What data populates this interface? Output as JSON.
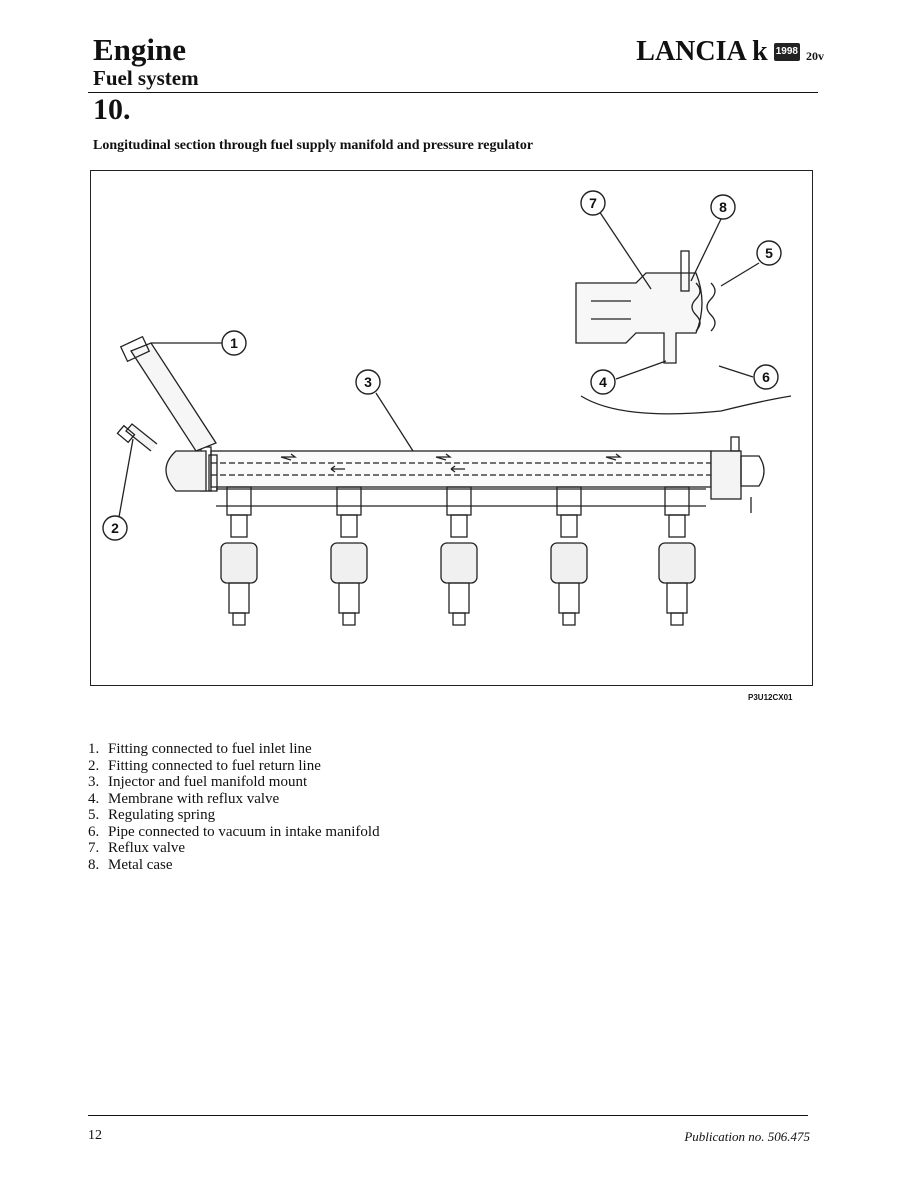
{
  "header": {
    "title": "Engine",
    "subtitle": "Fuel system",
    "brand": "LANCIA k",
    "badge": "1998",
    "brand_suffix": "20v"
  },
  "section_number": "10.",
  "figure": {
    "caption": "Longitudinal section through fuel supply manifold and pressure regulator",
    "reference_code": "P3U12CX01",
    "callouts": [
      "1",
      "2",
      "3",
      "4",
      "5",
      "6",
      "7",
      "8"
    ]
  },
  "legend": [
    {
      "num": "1.",
      "text": "Fitting connected to fuel inlet line"
    },
    {
      "num": "2.",
      "text": "Fitting connected to fuel return line"
    },
    {
      "num": "3.",
      "text": "Injector and fuel manifold mount"
    },
    {
      "num": "4.",
      "text": "Membrane with reflux valve"
    },
    {
      "num": "5.",
      "text": "Regulating spring"
    },
    {
      "num": "6.",
      "text": "Pipe connected to vacuum in intake manifold"
    },
    {
      "num": "7.",
      "text": "Reflux valve"
    },
    {
      "num": "8.",
      "text": "Metal case"
    }
  ],
  "footer": {
    "page_number": "12",
    "publication": "Publication no. 506.475"
  }
}
